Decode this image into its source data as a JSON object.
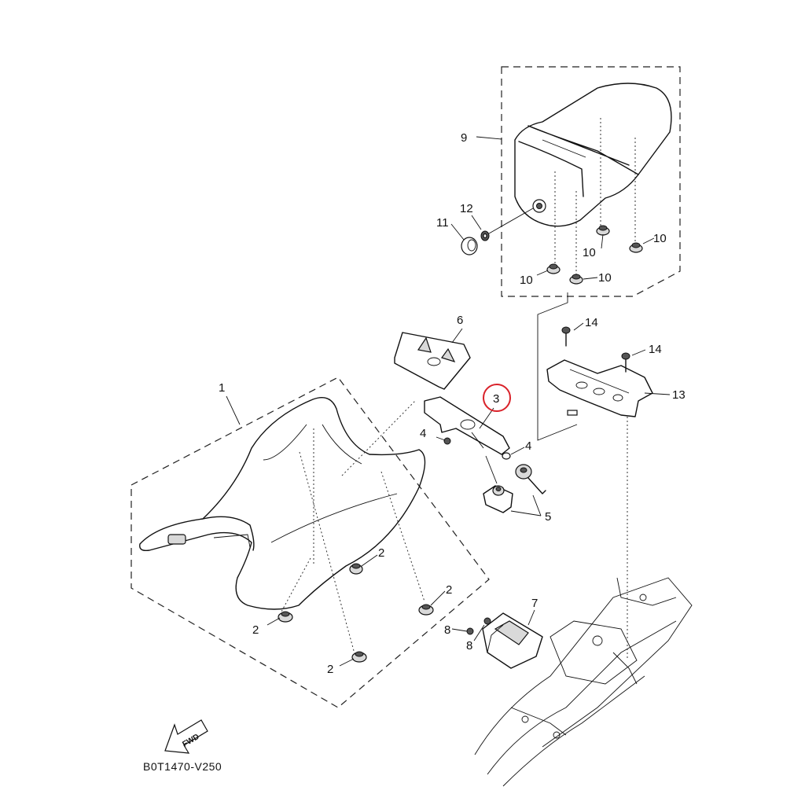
{
  "diagram": {
    "diagram_code": "B0T1470-V250",
    "fwd_label": "FWD",
    "highlight_color": "#d9222a",
    "callouts": [
      {
        "id": "c1",
        "text": "1"
      },
      {
        "id": "c2a",
        "text": "2"
      },
      {
        "id": "c2b",
        "text": "2"
      },
      {
        "id": "c2c",
        "text": "2"
      },
      {
        "id": "c2d",
        "text": "2"
      },
      {
        "id": "c3",
        "text": "3"
      },
      {
        "id": "c4a",
        "text": "4"
      },
      {
        "id": "c4b",
        "text": "4"
      },
      {
        "id": "c5",
        "text": "5"
      },
      {
        "id": "c6",
        "text": "6"
      },
      {
        "id": "c7",
        "text": "7"
      },
      {
        "id": "c8a",
        "text": "8"
      },
      {
        "id": "c8b",
        "text": "8"
      },
      {
        "id": "c9",
        "text": "9"
      },
      {
        "id": "c10a",
        "text": "10"
      },
      {
        "id": "c10b",
        "text": "10"
      },
      {
        "id": "c10c",
        "text": "10"
      },
      {
        "id": "c10d",
        "text": "10"
      },
      {
        "id": "c11",
        "text": "11"
      },
      {
        "id": "c12",
        "text": "12"
      },
      {
        "id": "c13",
        "text": "13"
      },
      {
        "id": "c14a",
        "text": "14"
      },
      {
        "id": "c14b",
        "text": "14"
      }
    ]
  }
}
